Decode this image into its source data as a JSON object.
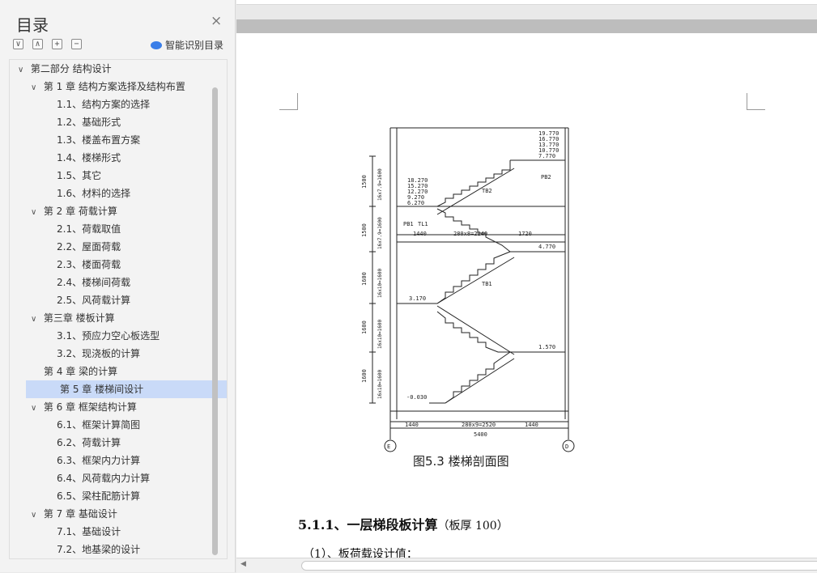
{
  "sidebar": {
    "title": "目录",
    "close": "×",
    "tools": {
      "collapse": "∨",
      "expand": "∧",
      "add": "+",
      "remove": "−"
    },
    "smart_toc": "智能识别目录",
    "items": [
      {
        "label": "第二部分  结构设计",
        "level": 0,
        "chev": "∨"
      },
      {
        "label": "第 1 章  结构方案选择及结构布置",
        "level": 1,
        "chev": "∨"
      },
      {
        "label": "1.1、结构方案的选择",
        "level": 2
      },
      {
        "label": "1.2、基础形式",
        "level": 2
      },
      {
        "label": "1.3、楼盖布置方案",
        "level": 2
      },
      {
        "label": "1.4、楼梯形式",
        "level": 2
      },
      {
        "label": "1.5、其它",
        "level": 2
      },
      {
        "label": "1.6、材料的选择",
        "level": 2
      },
      {
        "label": "第 2 章  荷载计算",
        "level": 1,
        "chev": "∨"
      },
      {
        "label": "2.1、荷载取值",
        "level": 2
      },
      {
        "label": "2.2、屋面荷载",
        "level": 2
      },
      {
        "label": "2.3、楼面荷载",
        "level": 2
      },
      {
        "label": "2.4、楼梯间荷载",
        "level": 2
      },
      {
        "label": "2.5、风荷载计算",
        "level": 2
      },
      {
        "label": "第三章  楼板计算",
        "level": 1,
        "chev": "∨"
      },
      {
        "label": "3.1、预应力空心板选型",
        "level": 2
      },
      {
        "label": "3.2、现浇板的计算",
        "level": 2
      },
      {
        "label": "第 4 章   梁的计算",
        "level": 1
      },
      {
        "label": "第 5 章  楼梯间设计",
        "level": 1,
        "selected": true
      },
      {
        "label": "第 6 章  框架结构计算",
        "level": 1,
        "chev": "∨"
      },
      {
        "label": "6.1、框架计算简图",
        "level": 2
      },
      {
        "label": "6.2、荷载计算",
        "level": 2
      },
      {
        "label": "6.3、框架内力计算",
        "level": 2
      },
      {
        "label": "6.4、风荷载内力计算",
        "level": 2
      },
      {
        "label": "6.5、梁柱配筋计算",
        "level": 2
      },
      {
        "label": "第 7 章   基础设计",
        "level": 1,
        "chev": "∨"
      },
      {
        "label": "7.1、基础设计",
        "level": 2
      },
      {
        "label": "7.2、地基梁的设计",
        "level": 2
      }
    ]
  },
  "document": {
    "figure_caption": "图5.3   楼梯剖面图",
    "section_heading": "5.1.1、一层梯段板计算",
    "section_note": "（板厚 100）",
    "sub_line": "（1）、板荷载设计值：",
    "drawing_labels": {
      "elev_top": [
        "19.770",
        "16.770",
        "13.770",
        "10.770",
        "7.770"
      ],
      "elev_mid": [
        "18.270",
        "15.270",
        "12.270",
        "9.270",
        "6.270"
      ],
      "e4770": "4.770",
      "e3170": "3.170",
      "e1570": "1.570",
      "e0030": "-0.030",
      "left_dims": [
        "1500",
        "1500",
        "1600",
        "1600",
        "1600"
      ],
      "left_formula": [
        "16x7.9=1600",
        "16x7.9=1600",
        "16x10=1600",
        "16x10=1600",
        "16x10=1600"
      ],
      "bottom_dims": [
        "1440",
        "280x9=2520",
        "1440"
      ],
      "total": "5400",
      "dims_upper": [
        "1440",
        "280x8=2240",
        "1720"
      ],
      "axis_left": "E",
      "axis_right": "D",
      "tags": [
        "PB1",
        "TL1",
        "TB2",
        "TB1",
        "PB2"
      ]
    }
  }
}
